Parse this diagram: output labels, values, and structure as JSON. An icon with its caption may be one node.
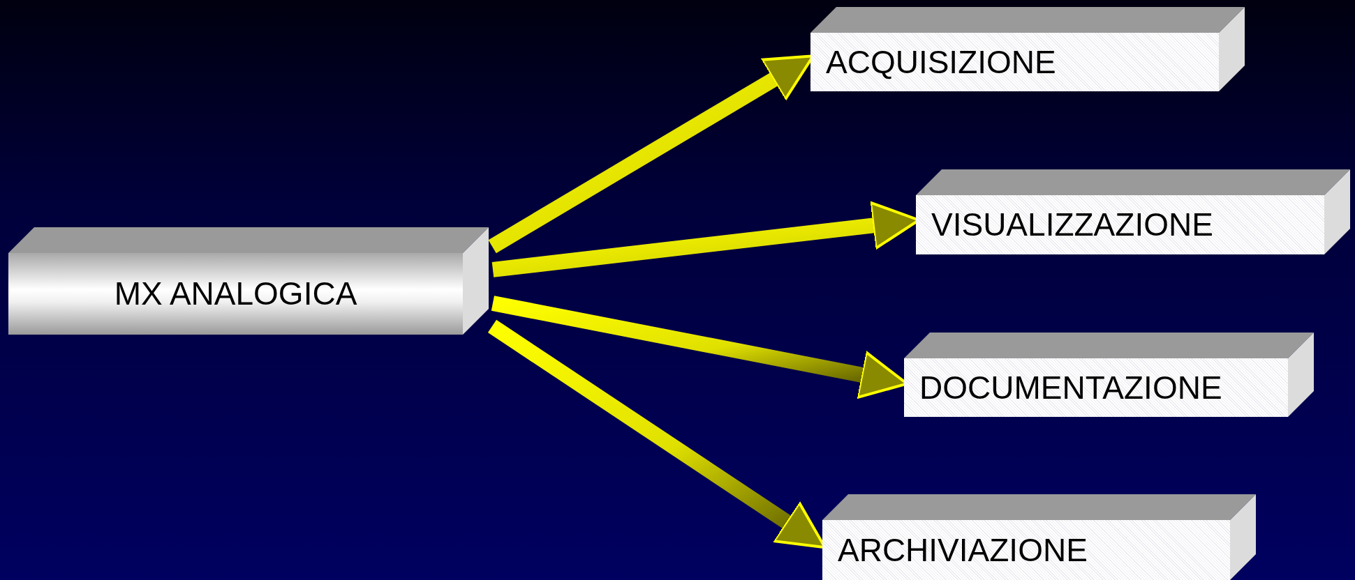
{
  "diagram": {
    "nodes": [
      {
        "text": [
          "MX ANALOGICA"
        ]
      },
      {
        "text": [
          "ACQUISIZIONE"
        ]
      },
      {
        "text": [
          "VISUALIZZAZIONE"
        ]
      },
      {
        "text": [
          "DOCUMENTAZIONE"
        ]
      },
      {
        "text": [
          "ARCHIVIAZIONE"
        ]
      }
    ],
    "edges": [
      {
        "from": 0,
        "to": 1,
        "arrow": "to"
      },
      {
        "from": 0,
        "to": 2,
        "arrow": "to"
      },
      {
        "from": 0,
        "to": 3,
        "arrow": "to"
      },
      {
        "from": 0,
        "to": 4,
        "arrow": "to"
      }
    ]
  }
}
